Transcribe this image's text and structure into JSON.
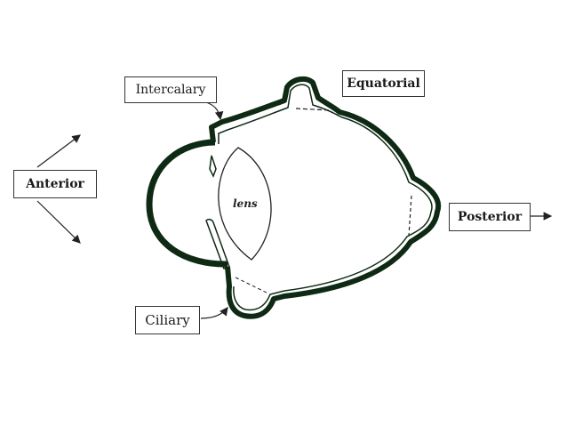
{
  "diagram": {
    "labels": {
      "intercalary": "Intercalary",
      "equatorial": "Equatorial",
      "anterior": "Anterior",
      "posterior": "Posterior",
      "ciliary": "Ciliary",
      "lens": "lens"
    },
    "colors": {
      "wall": "#0f2a14",
      "line": "#222222"
    }
  }
}
